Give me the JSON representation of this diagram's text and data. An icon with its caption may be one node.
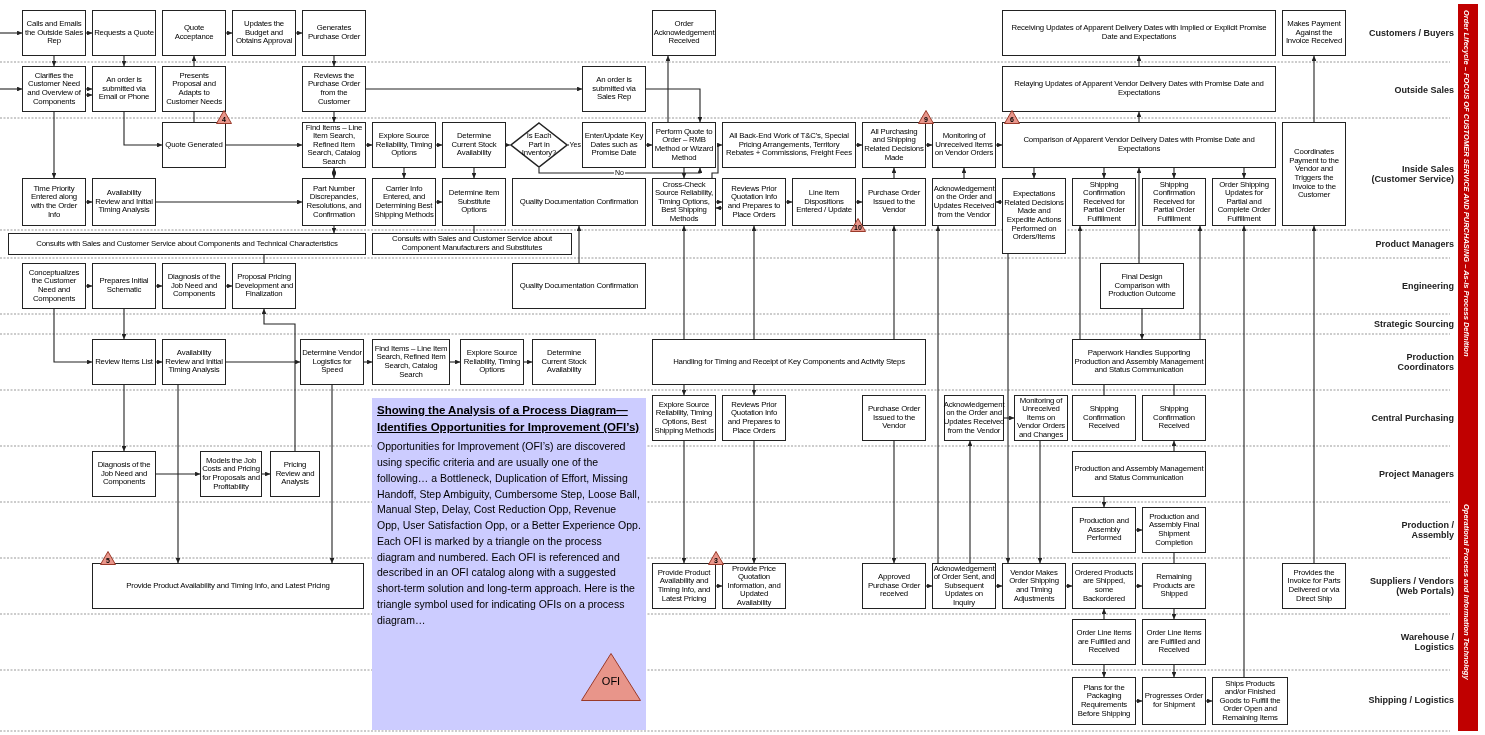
{
  "diagram": {
    "nodes": [
      {
        "text": [
          "Calls and Emails the Outside Sales Rep"
        ]
      },
      {
        "text": [
          "Requests a Quote"
        ]
      },
      {
        "text": [
          "Quote Acceptance"
        ]
      },
      {
        "text": [
          "Updates the Budget and Obtains Approval"
        ]
      },
      {
        "text": [
          "Generates Purchase Order"
        ]
      },
      {
        "text": [
          "Order Acknowledgement Received"
        ]
      },
      {
        "text": [
          "Receiving Updates of Apparent Delivery Dates with Implied or Explicit Promise Date and Expectations"
        ]
      },
      {
        "text": [
          "Makes Payment Against the Invoice Received"
        ]
      },
      {
        "text": [
          "Clarifies the Customer Need and Overview of Components"
        ]
      },
      {
        "text": [
          "An order is submitted via Email or Phone"
        ]
      },
      {
        "text": [
          "Presents Proposal and Adapts to Customer Needs"
        ]
      },
      {
        "text": [
          "Reviews the Purchase Order from the Customer"
        ]
      },
      {
        "text": [
          "An order is submitted via Sales Rep"
        ]
      },
      {
        "text": [
          "Relaying Updates of Apparent Vendor Delivery Dates with Promise Date and Expectations"
        ]
      },
      {
        "text": [
          "Quote Generated"
        ]
      },
      {
        "text": [
          "4"
        ]
      },
      {
        "text": [
          "Find Items – Line Item Search, Refined Item Search, Catalog Search"
        ]
      },
      {
        "text": [
          "Explore Source Reliability, Timing Options"
        ]
      },
      {
        "text": [
          "Determine Current Stock Availability"
        ]
      },
      {
        "text": [
          "Is Each Part in Inventory?"
        ]
      },
      {
        "text": [
          "Enter/Update Key Dates such as Promise Date"
        ]
      },
      {
        "text": [
          "Perform Quote to Order – RMB Method or Wizard Method"
        ]
      },
      {
        "text": [
          "All Back-End Work of T&C’s, Special Pricing Arrangements, Territory Rebates + Commissions, Freight Fees"
        ]
      },
      {
        "text": [
          "9"
        ]
      },
      {
        "text": [
          "All Purchasing and Shipping Related Decisions Made"
        ]
      },
      {
        "text": [
          "Monitoring of Unreceived Items on Vendor Orders"
        ]
      },
      {
        "text": [
          "Comparison of Apparent Vendor Delivery Dates with Promise Date and Expectations"
        ]
      },
      {
        "text": [
          "6"
        ]
      },
      {
        "text": [
          "Coordinates Payment to the Vendor and Triggers the Invoice to the Customer"
        ]
      },
      {
        "text": [
          "Time Priority Entered along with the Order Info"
        ]
      },
      {
        "text": [
          "Availability Review and Initial Timing Analysis"
        ]
      },
      {
        "text": [
          "Part Number Discrepancies, Resolutions, and Confirmation"
        ]
      },
      {
        "text": [
          "Carrier Info Entered, and Determining Best Shipping Methods"
        ]
      },
      {
        "text": [
          "Determine Item Substitute Options"
        ]
      },
      {
        "text": [
          "Quality Documentation Confirmation"
        ]
      },
      {
        "text": [
          "Cross-Check Source Reliability, Timing Options, Best Shipping Methods"
        ]
      },
      {
        "text": [
          "Reviews Prior Quotation Info and Prepares to Place Orders"
        ]
      },
      {
        "text": [
          "Line Item Dispositions Entered / Update"
        ]
      },
      {
        "text": [
          "Purchase Order Issued to the Vendor"
        ]
      },
      {
        "text": [
          "10"
        ]
      },
      {
        "text": [
          "Acknowledgement on the Order and Updates Received from the Vendor"
        ]
      },
      {
        "text": [
          "Expectations Related Decisions Made and Expedite Actions Performed on Orders/Items"
        ]
      },
      {
        "text": [
          "Shipping Confirmation Received for Partial Order Fulfillment"
        ]
      },
      {
        "text": [
          "Shipping Confirmation Received for Partial Order Fulfillment"
        ]
      },
      {
        "text": [
          "Order Shipping Updates for Partial and Complete Order Fulfillment"
        ]
      },
      {
        "text": [
          "Consults with Sales and Customer Service about Components and Technical Characteristics"
        ]
      },
      {
        "text": [
          "Consults with Sales and Customer Service about Component Manufacturers and Substitutes"
        ]
      },
      {
        "text": [
          "Conceptualizes the Customer Need and Components"
        ]
      },
      {
        "text": [
          "Prepares Initial Schematic"
        ]
      },
      {
        "text": [
          "Diagnosis of the Job Need and Components"
        ]
      },
      {
        "text": [
          "Proposal Pricing Development and Finalization"
        ]
      },
      {
        "text": [
          "Quality Documentation Confirmation"
        ]
      },
      {
        "text": [
          "Final Design Comparison with Production Outcome"
        ]
      },
      {
        "text": [
          "Review Items List"
        ]
      },
      {
        "text": [
          "Availability Review and Initial Timing Analysis"
        ]
      },
      {
        "text": [
          "Determine Vendor Logistics for Speed"
        ]
      },
      {
        "text": [
          "Find Items – Line Item Search, Refined Item Search, Catalog Search"
        ]
      },
      {
        "text": [
          "Explore Source Reliability, Timing Options"
        ]
      },
      {
        "text": [
          "Determine Current Stock Availability"
        ]
      },
      {
        "text": [
          "Handling for Timing and Receipt of Key Components and Activity Steps"
        ]
      },
      {
        "text": [
          "Paperwork Handles Supporting Production and Assembly Management and Status Communication"
        ]
      },
      {
        "text": [
          "Explore Source Reliability, Timing Options, Best Shipping Methods"
        ]
      },
      {
        "text": [
          "Reviews Prior Quotation Info and Prepares to Place Orders"
        ]
      },
      {
        "text": [
          "Purchase Order Issued to the Vendor"
        ]
      },
      {
        "text": [
          "Acknowledgement on the Order and Updates Received from the Vendor"
        ]
      },
      {
        "text": [
          "Monitoring of Unreceived Items on Vendor Orders and Changes"
        ]
      },
      {
        "text": [
          "Shipping Confirmation Received"
        ]
      },
      {
        "text": [
          "Shipping Confirmation Received"
        ]
      },
      {
        "text": [
          "Showing the Analysis of a Process Diagram— Identifies Opportunities for Improvement (OFI’s)",
          "Opportunities for Improvement (OFI’s) are discovered using specific criteria and are usually one of the following… a Bottleneck, Duplication of Effort, Missing Handoff, Step Ambiguity, Cumbersome Step, Loose Ball, Manual Step, Delay, Cost Reduction Opp, Revenue Opp, User Satisfaction Opp, or a Better Experience Opp. Each OFI is marked by a triangle on the process diagram and numbered. Each OFI is referenced and described in an OFI catalog along with a suggested short-term solution and long-term approach. Here is the triangle symbol used for indicating OFIs on a process diagram…"
        ]
      },
      {
        "text": [
          "OFI"
        ],
        "in": 68
      },
      {
        "text": [
          "Diagnosis of the Job Need and Components"
        ]
      },
      {
        "text": [
          "Models the Job Costs and Pricing for Proposals and Profitability"
        ]
      },
      {
        "text": [
          "Pricing Review and Analysis"
        ]
      },
      {
        "text": [
          "Production and Assembly Management and Status Communication"
        ]
      },
      {
        "text": [
          "Production and Assembly Performed"
        ]
      },
      {
        "text": [
          "Production and Assembly Final Shipment Completion"
        ]
      },
      {
        "text": [
          "5"
        ]
      },
      {
        "text": [
          "Provide Product Availability and Timing Info, and Latest Pricing"
        ]
      },
      {
        "text": [
          "Provide Product Availability and Timing Info, and Latest Pricing"
        ]
      },
      {
        "text": [
          "3"
        ]
      },
      {
        "text": [
          "Provide Price Quotation Information, and Updated Availability"
        ]
      },
      {
        "text": [
          "Approved Purchase Order received"
        ]
      },
      {
        "text": [
          "Acknowledgement of Order Sent, and Subsequent Updates on Inquiry"
        ]
      },
      {
        "text": [
          "Vendor Makes Order Shipping and Timing Adjustments"
        ]
      },
      {
        "text": [
          "Ordered Products are Shipped, some Backordered"
        ]
      },
      {
        "text": [
          "Remaining Products are Shipped"
        ]
      },
      {
        "text": [
          "Provides the Invoice for Parts Delivered or via Direct Ship"
        ]
      },
      {
        "text": [
          "Order Line Items are Fulfilled and Received"
        ]
      },
      {
        "text": [
          "Order Line Items are Fulfilled and Received"
        ]
      },
      {
        "text": [
          "Plans for the Packaging Requirements Before Shipping"
        ]
      },
      {
        "text": [
          "Progresses Order for Shipment"
        ]
      },
      {
        "text": [
          "Ships Products and/or Finished Goods to Fulfill the Order Open and Remaining Items"
        ]
      }
    ],
    "edges": [
      {
        "from": null,
        "to": 0,
        "arrow": "to"
      },
      {
        "from": 0,
        "to": 1,
        "arrow": "to"
      },
      {
        "from": 0,
        "to": 8,
        "arrow": "to"
      },
      {
        "from": 1,
        "to": 9,
        "arrow": "to"
      },
      {
        "from": null,
        "to": 8,
        "arrow": "to"
      },
      {
        "from": 8,
        "to": 9,
        "arrow": "to"
      },
      {
        "from": 8,
        "to": 9,
        "arrow": "to"
      },
      {
        "from": 8,
        "to": 29,
        "arrow": "to"
      },
      {
        "from": 29,
        "to": 30,
        "arrow": "to"
      },
      {
        "from": 9,
        "to": 14,
        "arrow": "to"
      },
      {
        "from": 30,
        "to": 31,
        "arrow": "to"
      },
      {
        "from": 14,
        "to": 16,
        "arrow": "to"
      },
      {
        "from": 14,
        "to": 10,
        "arrow": "none"
      },
      {
        "from": 10,
        "to": 2,
        "arrow": "to"
      },
      {
        "from": 2,
        "to": 3,
        "arrow": "to"
      },
      {
        "from": 3,
        "to": 4,
        "arrow": "to"
      },
      {
        "from": 4,
        "to": 11,
        "arrow": "to"
      },
      {
        "from": 11,
        "to": 16,
        "arrow": "to"
      },
      {
        "from": 11,
        "to": 12,
        "arrow": "to"
      },
      {
        "from": 16,
        "to": 31,
        "arrow": "both"
      },
      {
        "from": 16,
        "to": 17,
        "arrow": "to"
      },
      {
        "from": 17,
        "to": 18,
        "arrow": "to"
      },
      {
        "from": 18,
        "to": 19,
        "arrow": "to"
      },
      {
        "from": 19,
        "to": 20,
        "arrow": "to",
        "label": "Yes"
      },
      {
        "from": 19,
        "to": 21,
        "arrow": "to",
        "label": "No"
      },
      {
        "from": 12,
        "to": 21,
        "arrow": "to"
      },
      {
        "from": 20,
        "to": 21,
        "arrow": "to"
      },
      {
        "from": 21,
        "to": 5,
        "arrow": "to"
      },
      {
        "from": 21,
        "to": 35,
        "arrow": "to"
      },
      {
        "from": 17,
        "to": 32,
        "arrow": "to"
      },
      {
        "from": 32,
        "to": 33,
        "arrow": "to"
      },
      {
        "from": 18,
        "to": 33,
        "arrow": "to"
      },
      {
        "from": 33,
        "to": 46,
        "arrow": "none"
      },
      {
        "from": 31,
        "to": 45,
        "arrow": "to"
      },
      {
        "from": 50,
        "to": 45,
        "arrow": "none"
      },
      {
        "from": 47,
        "to": 48,
        "arrow": "to"
      },
      {
        "from": 48,
        "to": 49,
        "arrow": "to"
      },
      {
        "from": 49,
        "to": 50,
        "arrow": "to"
      },
      {
        "from": 47,
        "to": 53,
        "arrow": "to"
      },
      {
        "from": 48,
        "to": 53,
        "arrow": "to"
      },
      {
        "from": 53,
        "to": 54,
        "arrow": "to"
      },
      {
        "from": 54,
        "to": 55,
        "arrow": "to"
      },
      {
        "from": 55,
        "to": 56,
        "arrow": "to"
      },
      {
        "from": 56,
        "to": 57,
        "arrow": "to"
      },
      {
        "from": 57,
        "to": 58,
        "arrow": "to"
      },
      {
        "from": 53,
        "to": 70,
        "arrow": "to"
      },
      {
        "from": 54,
        "to": 77,
        "arrow": "to"
      },
      {
        "from": 55,
        "to": 77,
        "arrow": "to"
      },
      {
        "from": 70,
        "to": 71,
        "arrow": "to"
      },
      {
        "from": 71,
        "to": 72,
        "arrow": "to"
      },
      {
        "from": 72,
        "to": 50,
        "arrow": "to"
      },
      {
        "from": 51,
        "to": 34,
        "arrow": "to"
      },
      {
        "from": 35,
        "to": 22,
        "arrow": "to"
      },
      {
        "from": 35,
        "to": 36,
        "arrow": "to"
      },
      {
        "from": 36,
        "to": 35,
        "arrow": "to"
      },
      {
        "from": 36,
        "to": 37,
        "arrow": "to"
      },
      {
        "from": 37,
        "to": 38,
        "arrow": "to"
      },
      {
        "from": 38,
        "to": 24,
        "arrow": "to"
      },
      {
        "from": 22,
        "to": 24,
        "arrow": "to"
      },
      {
        "from": 24,
        "to": 25,
        "arrow": "to"
      },
      {
        "from": 25,
        "to": 26,
        "arrow": "to"
      },
      {
        "from": 40,
        "to": 25,
        "arrow": "to"
      },
      {
        "from": 26,
        "to": 41,
        "arrow": "to"
      },
      {
        "from": 41,
        "to": 40,
        "arrow": "to"
      },
      {
        "from": 26,
        "to": 42,
        "arrow": "to"
      },
      {
        "from": 26,
        "to": 43,
        "arrow": "to"
      },
      {
        "from": 26,
        "to": 44,
        "arrow": "to"
      },
      {
        "from": 26,
        "to": 13,
        "arrow": "to"
      },
      {
        "from": 13,
        "to": 6,
        "arrow": "to"
      },
      {
        "from": 28,
        "to": 7,
        "arrow": "to"
      },
      {
        "from": 86,
        "to": 28,
        "arrow": "to"
      },
      {
        "from": 59,
        "to": 35,
        "arrow": "to"
      },
      {
        "from": 59,
        "to": 36,
        "arrow": "to"
      },
      {
        "from": 59,
        "to": 38,
        "arrow": "to"
      },
      {
        "from": 59,
        "to": 61,
        "arrow": "to"
      },
      {
        "from": 59,
        "to": 62,
        "arrow": "to"
      },
      {
        "from": 61,
        "to": 78,
        "arrow": "to"
      },
      {
        "from": 78,
        "to": 80,
        "arrow": "to"
      },
      {
        "from": 62,
        "to": 80,
        "arrow": "to"
      },
      {
        "from": 63,
        "to": 81,
        "arrow": "to"
      },
      {
        "from": 81,
        "to": 82,
        "arrow": "to"
      },
      {
        "from": 82,
        "to": 64,
        "arrow": "to"
      },
      {
        "from": 82,
        "to": 40,
        "arrow": "to"
      },
      {
        "from": 64,
        "to": 65,
        "arrow": "to"
      },
      {
        "from": 65,
        "to": 83,
        "arrow": "to"
      },
      {
        "from": 41,
        "to": 83,
        "arrow": "to"
      },
      {
        "from": 82,
        "to": 83,
        "arrow": "to"
      },
      {
        "from": 83,
        "to": 84,
        "arrow": "to"
      },
      {
        "from": 84,
        "to": 85,
        "arrow": "to"
      },
      {
        "from": 87,
        "to": 84,
        "arrow": "to"
      },
      {
        "from": 85,
        "to": 88,
        "arrow": "to"
      },
      {
        "from": 87,
        "to": 89,
        "arrow": "to"
      },
      {
        "from": 88,
        "to": 90,
        "arrow": "to"
      },
      {
        "from": 89,
        "to": 90,
        "arrow": "to"
      },
      {
        "from": 90,
        "to": 91,
        "arrow": "to"
      },
      {
        "from": 91,
        "to": 44,
        "arrow": "to"
      },
      {
        "from": 52,
        "to": 60,
        "arrow": "to"
      },
      {
        "from": 52,
        "to": 26,
        "arrow": "to"
      },
      {
        "from": 60,
        "to": 42,
        "arrow": "to"
      },
      {
        "from": 60,
        "to": 43,
        "arrow": "to"
      },
      {
        "from": 60,
        "to": 66,
        "arrow": "none"
      },
      {
        "from": 60,
        "to": 67,
        "arrow": "none"
      },
      {
        "from": 73,
        "to": 67,
        "arrow": "to"
      },
      {
        "from": 73,
        "to": 74,
        "arrow": "to"
      },
      {
        "from": 74,
        "to": 75,
        "arrow": "to"
      },
      {
        "from": 75,
        "to": 85,
        "arrow": "none"
      }
    ],
    "labels": [
      "Customers / Buyers",
      "Outside Sales",
      "Inside Sales (Customer Service)",
      "Product Managers",
      "Engineering",
      "Strategic Sourcing",
      "Production Coordinators",
      "Central Purchasing",
      "Project Managers",
      "Production / Assembly",
      "Suppliers / Vendors (Web Portals)",
      "Warehouse / Logistics",
      "Shipping / Logistics",
      "Order Lifecycle – FOCUS OF CUSTOMER SERVICE AND PURCHASING – As-Is Process Definition",
      "Operational Process and Information Technology"
    ]
  }
}
